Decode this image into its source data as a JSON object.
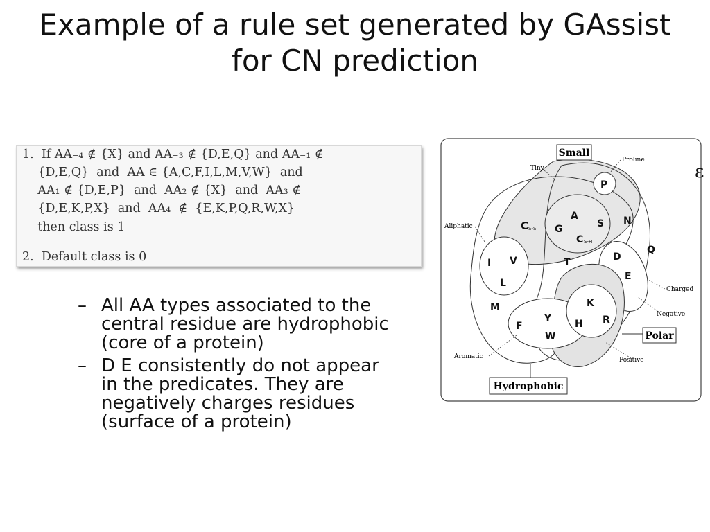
{
  "slide": {
    "title_line1": "Example of a rule set generated by GAssist",
    "title_line2": "for CN prediction"
  },
  "rules": {
    "r1_l1": "1.  If AA₋₄ ∉ {X} and AA₋₃ ∉ {D,E,Q} and AA₋₁ ∉",
    "r1_l2": "    {D,E,Q}  and  AA ∈ {A,C,F,I,L,M,V,W}  and",
    "r1_l3": "    AA₁ ∉ {D,E,P}  and  AA₂ ∉ {X}  and  AA₃ ∉",
    "r1_l4": "    {D,E,K,P,X}  and  AA₄  ∉  {E,K,P,Q,R,W,X}",
    "r1_l5": "    then class is 1",
    "r2": "2.  Default class is 0"
  },
  "bullets": [
    {
      "dash": "–",
      "text": "All AA types associated to the central residue are hydrophobic (core of a protein)"
    },
    {
      "dash": "–",
      "text": "D  E consistently do not appear in the predicates. They are negatively charges residues (surface of a protein)"
    }
  ],
  "venn": {
    "epsilon": "ε",
    "set_labels": {
      "small": "Small",
      "polar": "Polar",
      "hydrophobic": "Hydrophobic",
      "tiny": "Tiny",
      "proline": "Proline",
      "aliphatic": "Aliphatic",
      "charged": "Charged",
      "negative": "Negative",
      "positive": "Positive",
      "aromatic": "Aromatic"
    },
    "residues": {
      "P": "P",
      "A": "A",
      "S": "S",
      "N": "N",
      "G": "G",
      "Q": "Q",
      "C": "C",
      "Css_sub": "S-S",
      "Csh_sub": "S-H",
      "I": "I",
      "V": "V",
      "L": "L",
      "T": "T",
      "D": "D",
      "E": "E",
      "K": "K",
      "R": "R",
      "H": "H",
      "M": "M",
      "F": "F",
      "Y": "Y",
      "W": "W"
    }
  }
}
